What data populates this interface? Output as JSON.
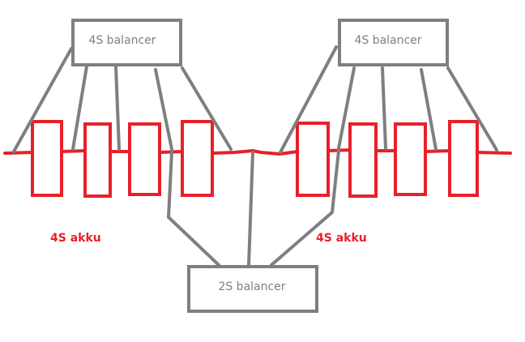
{
  "balancers": {
    "left": "4S balancer",
    "right": "4S balancer",
    "bottom": "2S balancer"
  },
  "packs": {
    "left": "4S akku",
    "right": "4S akku"
  },
  "colors": {
    "wire": "#7f7f7f",
    "battery": "#e8202a",
    "background": "#ffffff"
  }
}
